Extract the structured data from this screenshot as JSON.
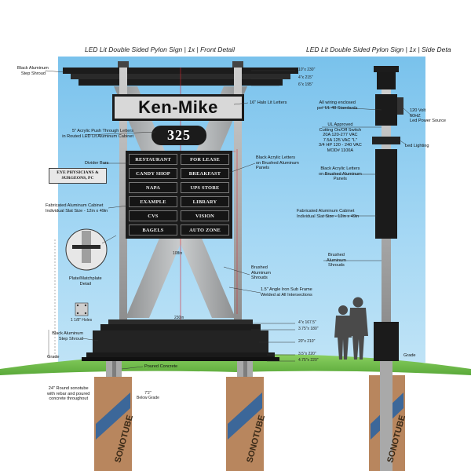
{
  "titles": {
    "front": "LED Lit Double Sided Pylon Sign  |  1x  |  Front Detail",
    "side": "LED Lit Double Sided Pylon Sign  |  1x  |  Side Deta"
  },
  "sign": {
    "name": "Ken-Mike",
    "number": "325",
    "tenants": [
      [
        "RESTAURANT",
        "FOR LEASE"
      ],
      [
        "CANDY SHOP",
        "BREAKFAST"
      ],
      [
        "NAPA",
        "UPS STORE"
      ],
      [
        "EXAMPLE",
        "LIBRARY"
      ],
      [
        "CVS",
        "VISION"
      ],
      [
        "BAGELS",
        "AUTO ZONE"
      ]
    ],
    "side_panel": "EYE PHYSICIANS & SURGEONS, PC"
  },
  "callouts": {
    "step_shroud_top": "Black Aluminum\nStep Shroud",
    "halo_letters": "16\" Halo Lit Letters",
    "acrylic_push": "5\" Acrylic Push Through Letters\nin Routed LED Lit Aluminum Cabinet",
    "divider_bars": "Divider Bars",
    "black_acrylic": "Black Acrylic Letters\non Brushed Aluminum\nPanels",
    "fab_cabinet": "Fabricated Aluminum Cabinet\nIndividual Slat Size - 12in x 49in",
    "brushed_shrouds": "Brushed\nAluminum\nShrouds",
    "plate_detail": "Plate/Matchplate\nDetail",
    "angle_iron": "1.5\" Angle Iron Sub Frame\nWelded at All Intersections",
    "step_shroud_bottom": "Black Aluminum\nStep Shroud",
    "grade": "Grade",
    "poured_concrete": "Poured Concrete",
    "sonotube": "24\" Round sonotube\nwith rebar and poured\nconcrete throughout",
    "below_grade": "7'2\"\nBelow Grade",
    "wiring": "All wiring enclosed\nper UL 48 Standards",
    "ul_approved": "UL Approved\nCutting On/Off Switch\n20A 120-277 VAC\n7.5A 125 VAC \"L\"\n3/4 HP 120 - 240 VAC\nMOD# 1100A",
    "power_source": "120 Volt\n60HZ\nLed Power Source",
    "led_lighting": "Led Lighting",
    "side_black_acrylic": "Black Acrylic Letters\non Brushed Aluminum\nPanels",
    "side_fab_cabinet": "Fabricated Aluminum Cabinet\nIndividual Slat Size - 12in x 49in",
    "side_brushed": "Brushed\nAluminum\nShrouds",
    "side_grade": "Grade",
    "plate_hole": "1 1/8\" Holes"
  },
  "dimensions": {
    "top1": "10\"x 230\"",
    "top2": "4\"x 215\"",
    "top3": "6\"x 195\"",
    "bot1": "4\"x 167.5\"",
    "bot2": "3.75\"x 180\"",
    "bot3": "20\"x 210\"",
    "bot4": "3.5\"x 220\"",
    "bot5": "4.75\"x 220\"",
    "width_mid": "230in",
    "width_panel": "108in"
  },
  "sonotube_label": "SONOTUBE",
  "colors": {
    "sky_top": "#79c2ec",
    "grass": "#6fbf4a",
    "dark": "#1a1a1a",
    "accent_red": "#d9232d"
  }
}
